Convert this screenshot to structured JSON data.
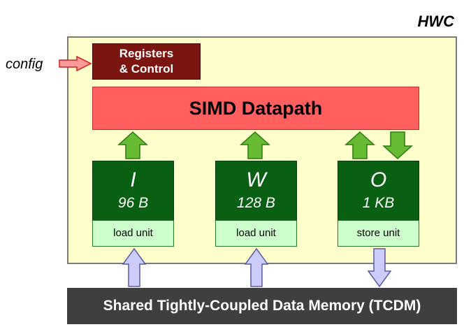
{
  "hwc": {
    "label": "HWC"
  },
  "config": {
    "label": "config"
  },
  "registers": {
    "line1": "Registers",
    "line2": "& Control"
  },
  "datapath": {
    "label": "SIMD Datapath"
  },
  "buffers": [
    {
      "name": "I",
      "size": "96 B",
      "unit": "load unit"
    },
    {
      "name": "W",
      "size": "128 B",
      "unit": "load unit"
    },
    {
      "name": "O",
      "size": "1 KB",
      "unit": "store unit"
    }
  ],
  "memory": {
    "label": "Shared Tightly-Coupled Data Memory (TCDM)"
  },
  "colors": {
    "hwc_fill": "#ffffcc",
    "registers_fill": "#7a1510",
    "datapath_fill": "#ff5f5f",
    "buffer_fill": "#0a6012",
    "unit_fill": "#ccffcc",
    "green_arrow": "#66bb33",
    "purple_arrow": "#ccccff",
    "config_arrow": "#ff9a9a",
    "memory_fill": "#3f3f3f"
  }
}
